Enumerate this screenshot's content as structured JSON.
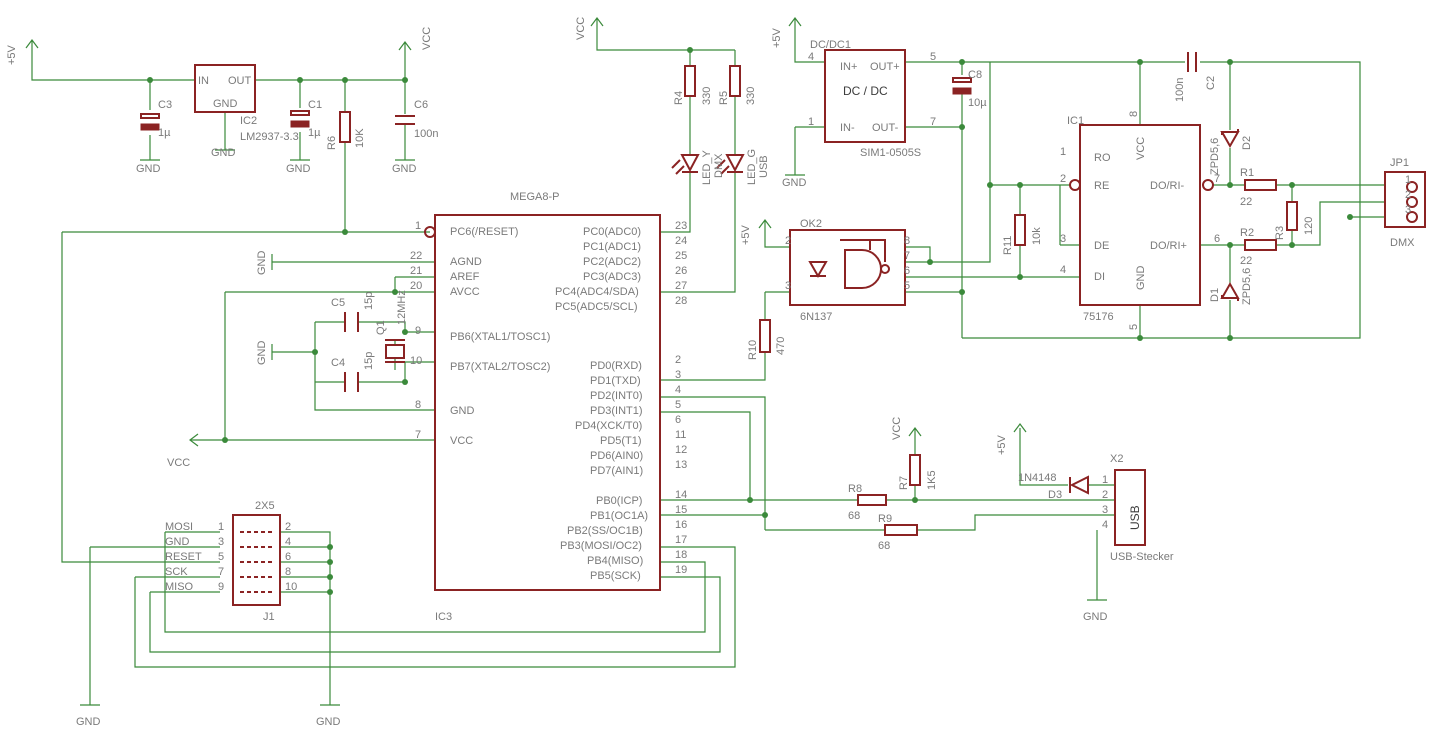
{
  "labels": {
    "p5v1": "+5V",
    "vcc1": "VCC",
    "vcc_top": "VCC",
    "p5v_dc": "+5V",
    "c3": "C3",
    "c3v": "1µ",
    "gnd_c3": "GND",
    "ic2_in": "IN",
    "ic2_out": "OUT",
    "ic2_gnd": "GND",
    "ic2": "IC2",
    "ic2v": "LM2937-3.3",
    "gnd_ic2": "GND",
    "c1": "C1",
    "c1v": "1µ",
    "gnd_c1": "GND",
    "r6": "R6",
    "r6v": "10K",
    "c6": "C6",
    "c6v": "100n",
    "gnd_c6": "GND",
    "r4": "R4",
    "r4v": "330",
    "r5": "R5",
    "r5v": "330",
    "led_y": "LED_Y",
    "dmx_l": "DMX",
    "led_g": "LED_G",
    "usb_l": "USB",
    "dcdc1": "DC/DC1",
    "dcin_p": "IN+",
    "dcout_p": "OUT+",
    "dcin_m": "IN-",
    "dcout_m": "OUT-",
    "dcdc": "DC / DC",
    "sim": "SIM1-0505S",
    "gnd_dc": "GND",
    "c8": "C8",
    "c8v": "10µ",
    "c2": "C2",
    "c2v": "100n",
    "ic1": "IC1",
    "ro": "RO",
    "vcc_ic1": "VCC",
    "re": "RE",
    "dori_m": "DO/RI-",
    "de": "DE",
    "dori_p": "DO/RI+",
    "di": "DI",
    "gnd_ic1": "GND",
    "n75176": "75176",
    "d2": "D2",
    "zpd_a": "ZPD5,6",
    "d1": "D1",
    "zpd_b": "ZPD5,6",
    "r1": "R1",
    "r1v": "22",
    "r2": "R2",
    "r2v": "22",
    "r3": "R3",
    "r3v": "120",
    "r11": "R11",
    "r11v": "10k",
    "jp1": "JP1",
    "dmx": "DMX",
    "mega": "MEGA8-P",
    "ic3": "IC3",
    "pc6": "PC6(/RESET)",
    "agnd": "AGND",
    "aref": "AREF",
    "avcc": "AVCC",
    "pb6": "PB6(XTAL1/TOSC1)",
    "pb7": "PB7(XTAL2/TOSC2)",
    "mgnd": "GND",
    "mvcc": "VCC",
    "pc0": "PC0(ADC0)",
    "pc1": "PC1(ADC1)",
    "pc2": "PC2(ADC2)",
    "pc3": "PC3(ADC3)",
    "pc4": "PC4(ADC4/SDA)",
    "pc5": "PC5(ADC5/SCL)",
    "pd0": "PD0(RXD)",
    "pd1": "PD1(TXD)",
    "pd2": "PD2(INT0)",
    "pd3": "PD3(INT1)",
    "pd4": "PD4(XCK/T0)",
    "pd5": "PD5(T1)",
    "pd6": "PD6(AIN0)",
    "pd7": "PD7(AIN1)",
    "pb0": "PB0(ICP)",
    "pb1": "PB1(OC1A)",
    "pb2": "PB2(SS/OC1B)",
    "pb3": "PB3(MOSI/OC2)",
    "pb4": "PB4(MISO)",
    "pb5": "PB5(SCK)",
    "gnd_agnd": "GND",
    "gnd_xtal": "GND",
    "vcc_out": "VCC",
    "c5": "C5",
    "c5v": "15p",
    "c4": "C4",
    "c4v": "15p",
    "q1": "Q1",
    "q1v": "12MHz",
    "ok2": "OK2",
    "n6n137": "6N137",
    "p5v_ok": "+5V",
    "r10": "R10",
    "r10v": "470",
    "vcc_r7": "VCC",
    "r7": "R7",
    "r7v": "1K5",
    "r8": "R8",
    "r8v": "68",
    "r9": "R9",
    "r9v": "68",
    "p5v_d3": "+5V",
    "n1n4148": "1N4148",
    "d3": "D3",
    "x2": "X2",
    "usb": "USB",
    "usbst": "USB-Stecker",
    "gnd_usb": "GND",
    "j1_2x5": "2X5",
    "j1": "J1",
    "mosi": "MOSI",
    "gnd_j": "GND",
    "reset": "RESET",
    "sck": "SCK",
    "miso": "MISO",
    "gnd_bl": "GND",
    "gnd_br": "GND"
  },
  "pins": {
    "ic3_l": [
      "1",
      "22",
      "21",
      "20",
      "9",
      "10",
      "8",
      "7"
    ],
    "ic3_r": [
      "23",
      "24",
      "25",
      "26",
      "27",
      "28",
      "2",
      "3",
      "4",
      "5",
      "6",
      "11",
      "12",
      "13",
      "14",
      "15",
      "16",
      "17",
      "18",
      "19"
    ],
    "ic1": [
      "1",
      "2",
      "3",
      "4",
      "8",
      "7",
      "6",
      "5"
    ],
    "ok2": [
      "2",
      "3",
      "8",
      "7",
      "6",
      "5"
    ],
    "dc": [
      "4",
      "1",
      "5",
      "7"
    ],
    "jp1": [
      "1",
      "2",
      "3"
    ],
    "x2": [
      "1",
      "2",
      "3",
      "4"
    ],
    "j1_l": [
      "1",
      "3",
      "5",
      "7",
      "9"
    ],
    "j1_r": [
      "2",
      "4",
      "6",
      "8",
      "10"
    ]
  },
  "colors": {
    "wire": "#3b8a3b",
    "part": "#8b2323",
    "text": "#7a7a7a",
    "background": "#ffffff"
  }
}
